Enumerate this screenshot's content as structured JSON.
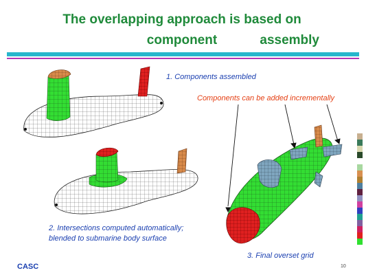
{
  "slide": {
    "title_line1": "The overlapping approach is based on component",
    "title_line2": "assembly",
    "caption_components": "1. Components assembled",
    "caption_incremental": "Components can be added incrementally",
    "caption_intersections_line1": "2. Intersections computed automatically;",
    "caption_intersections_line2": "blended to submarine body surface",
    "caption_final": "3. Final overset grid",
    "footer_logo": "CASC",
    "page_number": "10"
  },
  "colors": {
    "title": "#1f8a3a",
    "caption": "#1a3fb0",
    "highlight_caption": "#e43f13",
    "bar_cyan": "#28b6cc",
    "bar_magenta": "#b535b5",
    "mesh_green": "#33dd33",
    "mesh_red": "#e02020",
    "mesh_orange": "#d88a4a",
    "mesh_steel": "#7fa6bf"
  },
  "swatches": [
    "#c8b090",
    "#3a7a5a",
    "#d8d8b0",
    "#2a4a2a",
    "#ffffff",
    "#a8d8a0",
    "#d89050",
    "#b08030",
    "#5080a0",
    "#602040",
    "#9090c0",
    "#d040a0",
    "#3040c0",
    "#20a090",
    "#8060a0",
    "#d02060",
    "#e02020",
    "#30e030"
  ]
}
